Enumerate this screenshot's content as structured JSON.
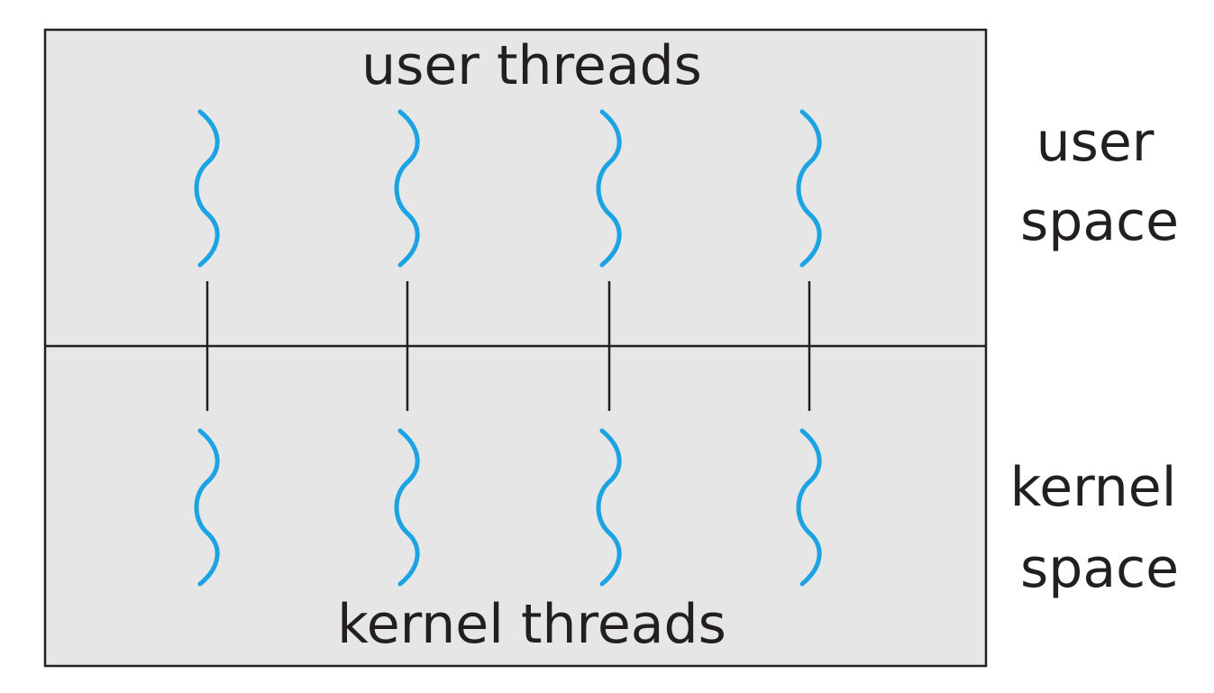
{
  "diagram": {
    "top_label": "user threads",
    "bottom_label": "kernel threads",
    "user_space_label": [
      "user",
      "space"
    ],
    "kernel_space_label": [
      "kernel",
      "space"
    ],
    "box_fill": "#e6e6e6",
    "box_stroke": "#231f20",
    "thread_color": "#1ba3e3",
    "user_thread_count": 4,
    "kernel_thread_count": 4,
    "mapping": "one-to-one"
  }
}
